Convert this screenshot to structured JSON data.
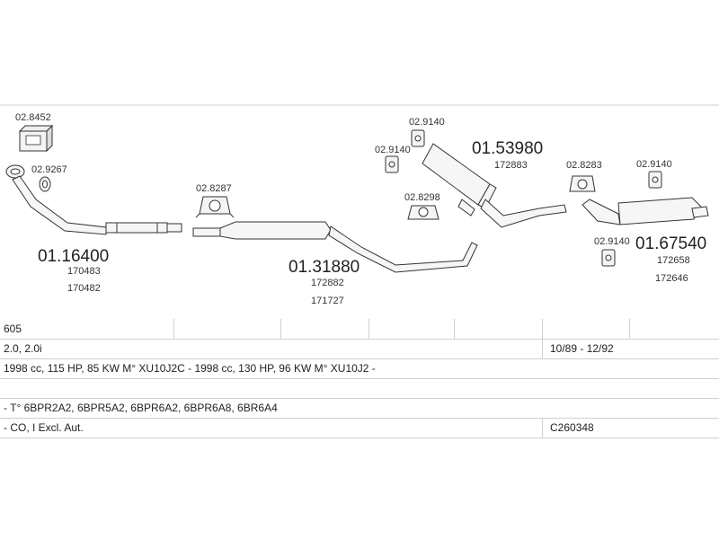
{
  "parts": {
    "p_028452": "02.8452",
    "p_029267": "02.9267",
    "p_028287": "02.8287",
    "p_029140_a": "02.9140",
    "p_029140_b": "02.9140",
    "p_028298": "02.8298",
    "p_028283": "02.8283",
    "p_029140_c": "02.9140",
    "p_029140_d": "02.9140",
    "main_016400": "01.16400",
    "ref_170483": "170483",
    "ref_170482": "170482",
    "main_013188": "01.31880",
    "ref_172882": "172882",
    "ref_171727": "171727",
    "main_015398": "01.53980",
    "ref_172883": "172883",
    "main_016754": "01.67540",
    "ref_172658": "172658",
    "ref_172646": "172646"
  },
  "table": {
    "rows": [
      {
        "c0": "605",
        "c1": ""
      },
      {
        "c0": "2.0, 2.0i",
        "c1": "10/89 - 12/92"
      },
      {
        "c0": "1998 cc, 115 HP, 85 KW M° XU10J2C - 1998 cc, 130 HP, 96 KW M° XU10J2 -",
        "c1": ""
      },
      {
        "c0": "",
        "c1": ""
      },
      {
        "c0": "- T° 6BPR2A2, 6BPR5A2, 6BPR6A2, 6BPR6A8, 6BR6A4",
        "c1": ""
      },
      {
        "c0": "- CO, I Excl. Aut.",
        "c1": "C260348"
      }
    ]
  }
}
